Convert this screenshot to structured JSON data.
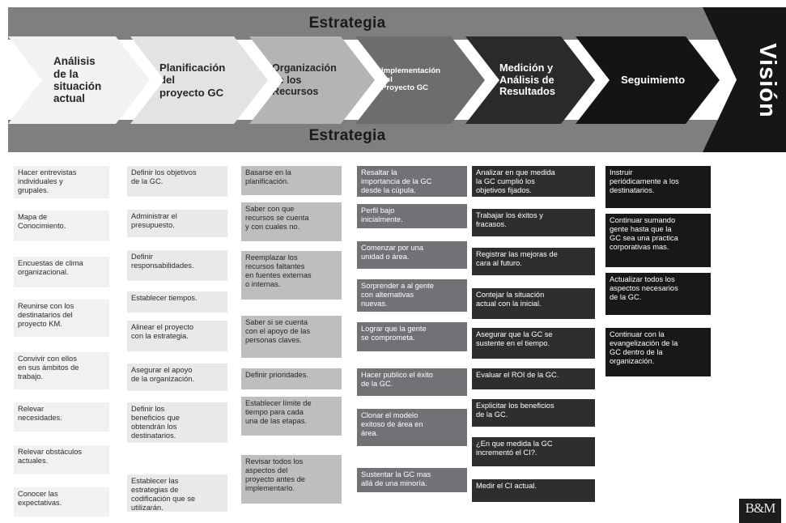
{
  "header": {
    "strategy_top": "Estrategia",
    "strategy_bottom": "Estrategia",
    "vision": "Visión"
  },
  "colors": {
    "band": "#7f7f7f",
    "vision": "#161616"
  },
  "phases": [
    {
      "label": "Análisis\nde la\nsituación\nactual",
      "fill": "#f2f2f2",
      "text_color": "#262626"
    },
    {
      "label": "Planificación\ndel\nproyecto GC",
      "fill": "#e3e3e3",
      "text_color": "#262626"
    },
    {
      "label": "Organización\nde los\nRecursos",
      "fill": "#b4b4b4",
      "text_color": "#262626"
    },
    {
      "label": "Implementación\ndel\nProyecto GC",
      "fill": "#6d6d6f",
      "text_color": "#ffffff"
    },
    {
      "label": "Medición y\nAnálisis de\nResultados",
      "fill": "#2a2a2c",
      "text_color": "#ffffff"
    },
    {
      "label": "Seguimiento",
      "fill": "#141416",
      "text_color": "#ffffff"
    }
  ],
  "columns": [
    {
      "name": "analisis",
      "bg": "#f1f1f1",
      "color": "#2b2b2b",
      "items": [
        "Hacer entrevistas\nindividuales y\ngrupales.",
        "Mapa de\nConocimiento.",
        "Encuestas de clima\norganizacional.",
        "Reunirse con los\ndestinatarios del\nproyecto KM.",
        "Convivir con ellos\nen sus ámbitos de\ntrabajo.",
        "Relevar\nnecesidades.",
        "Relevar obstáculos\nactuales.",
        "Conocer las\nexpectativas."
      ]
    },
    {
      "name": "planificacion",
      "bg": "#e9e9e9",
      "color": "#2b2b2b",
      "items": [
        "Definir los objetivos\nde la GC.",
        "Administrar el\npresupuesto.",
        "Definir\nresponsabilidades.",
        "Establecer tiempos.",
        "Alinear el proyecto\ncon la estrategia.",
        "Asegurar el apoyo\nde la organización.",
        "Definir los\nbeneficios que\nobtendrán los\ndestinatarios.",
        "Establecer las\nestrategias de\ncodificación que se\nutilizarán."
      ]
    },
    {
      "name": "organizacion",
      "bg": "#bebebe",
      "color": "#262626",
      "items": [
        "Basarse en la\nplanificación.",
        "Saber con que\nrecursos se cuenta\ny con cuales no.",
        "Reemplazar los\nrecursos faltantes\nen fuentes externas\no internas.",
        "Saber si se cuenta\ncon el apoyo de las\npersonas claves.",
        "Definir prioridades.",
        "Establecer límite de\ntiempo para cada\nuna de las etapas.",
        "Revisar todos los\naspectos del\nproyecto antes de\nimplementarlo."
      ]
    },
    {
      "name": "implementacion",
      "bg": "#727276",
      "color": "#ffffff",
      "items": [
        "Resaltar la\nimportancia de la GC\ndesde la cúpula.",
        "Perfil bajo\ninicialmente.",
        "Comenzar por una\nunidad o área.",
        "Sorprender a al gente\ncon alternativas\nnuevas.",
        "Lograr que la gente\nse comprometa.",
        "Hacer publico el éxito\nde la GC.",
        "Clonar el modelo\nexitoso de área en\nárea.",
        "Sustentar la GC mas\nallá de una minoría."
      ]
    },
    {
      "name": "medicion",
      "bg": "#2e2e30",
      "color": "#ffffff",
      "items": [
        "Analizar en que medida\nla GC cumplió los\nobjetivos fijados.",
        "Trabajar los éxitos y\nfracasos.",
        "Registrar las mejoras de\ncara al futuro.",
        "Contejar la situación\nactual con la inicial.",
        "Asegurar que la GC se\nsustente en el tiempo.",
        "Evaluar el ROI de la GC.",
        "Explicitar los beneficios\nde la GC.",
        "¿En que medida la GC\nincrementó el CI?.",
        "Medir el CI actual."
      ]
    },
    {
      "name": "seguimiento",
      "bg": "#18181a",
      "color": "#ffffff",
      "items": [
        "Instruir\nperiódicamente a los\ndestinatarios.",
        "Continuar sumando\ngente hasta que la\nGC sea una practica\ncorporativas mas.",
        "Actualizar todos los\naspectos necesarios\nde la GC.",
        "Continuar con la\nevangelización de la\nGC dentro de la\norganización."
      ]
    }
  ],
  "logo": {
    "text": "B&M"
  }
}
